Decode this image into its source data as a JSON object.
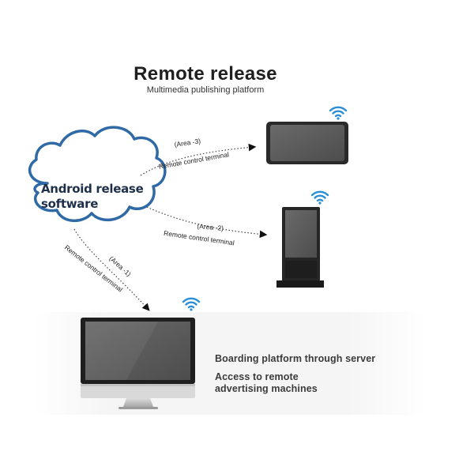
{
  "header": {
    "title": "Remote release",
    "subtitle": "Multimedia publishing platform"
  },
  "cloud": {
    "line1": "Android release",
    "line2": "software"
  },
  "connections": [
    {
      "area": "(Area -3)",
      "terminal": "Remote control terminal"
    },
    {
      "area": "(Area -2)",
      "terminal": "Remote control terminal"
    },
    {
      "area": "(Area -1)",
      "terminal": "Remote control terminal"
    }
  ],
  "captions": {
    "line1": "Boarding platform through server",
    "line2a": "Access to remote",
    "line2b": "advertising machines"
  },
  "colors": {
    "cloud_stroke": "#2f6aa6",
    "wifi": "#2a8fd6",
    "device_dark": "#2a2a2a",
    "screen_gray": "#5b5b5b"
  },
  "icons": [
    "wifi-icon",
    "cloud-shape",
    "arrow-head-icon"
  ]
}
